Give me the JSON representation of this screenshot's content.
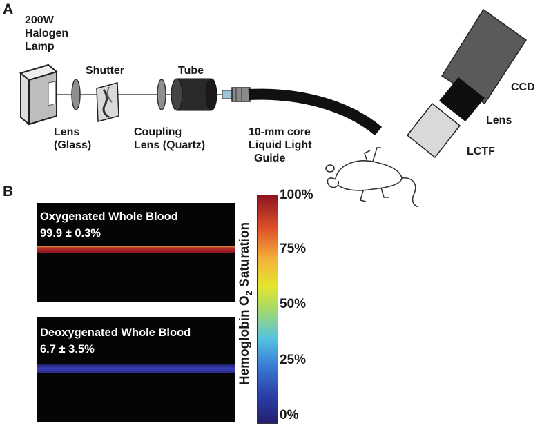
{
  "panels": {
    "a": "A",
    "b": "B"
  },
  "setup": {
    "lamp": [
      "200W",
      "Halogen",
      "Lamp"
    ],
    "shutter": "Shutter",
    "tube": "Tube",
    "lens": [
      "Lens",
      "(Glass)"
    ],
    "coupling": [
      "Coupling",
      "Lens (Quartz)"
    ],
    "guide": [
      "10-mm core",
      "Liquid Light",
      "Guide"
    ],
    "ccd": "CCD",
    "camera_lens": "Lens",
    "lctf": "LCTF"
  },
  "images": {
    "oxy_title": "Oxygenated Whole Blood",
    "oxy_value": "99.9 ± 0.3%",
    "deoxy_title": "Deoxygenated Whole Blood",
    "deoxy_value": "6.7 ± 3.5%"
  },
  "colorbar": {
    "label_main": "Hemoglobin O",
    "label_sub": "2",
    "label_end": " Saturation",
    "ticks": [
      "100%",
      "75%",
      "50%",
      "25%",
      "0%"
    ]
  }
}
